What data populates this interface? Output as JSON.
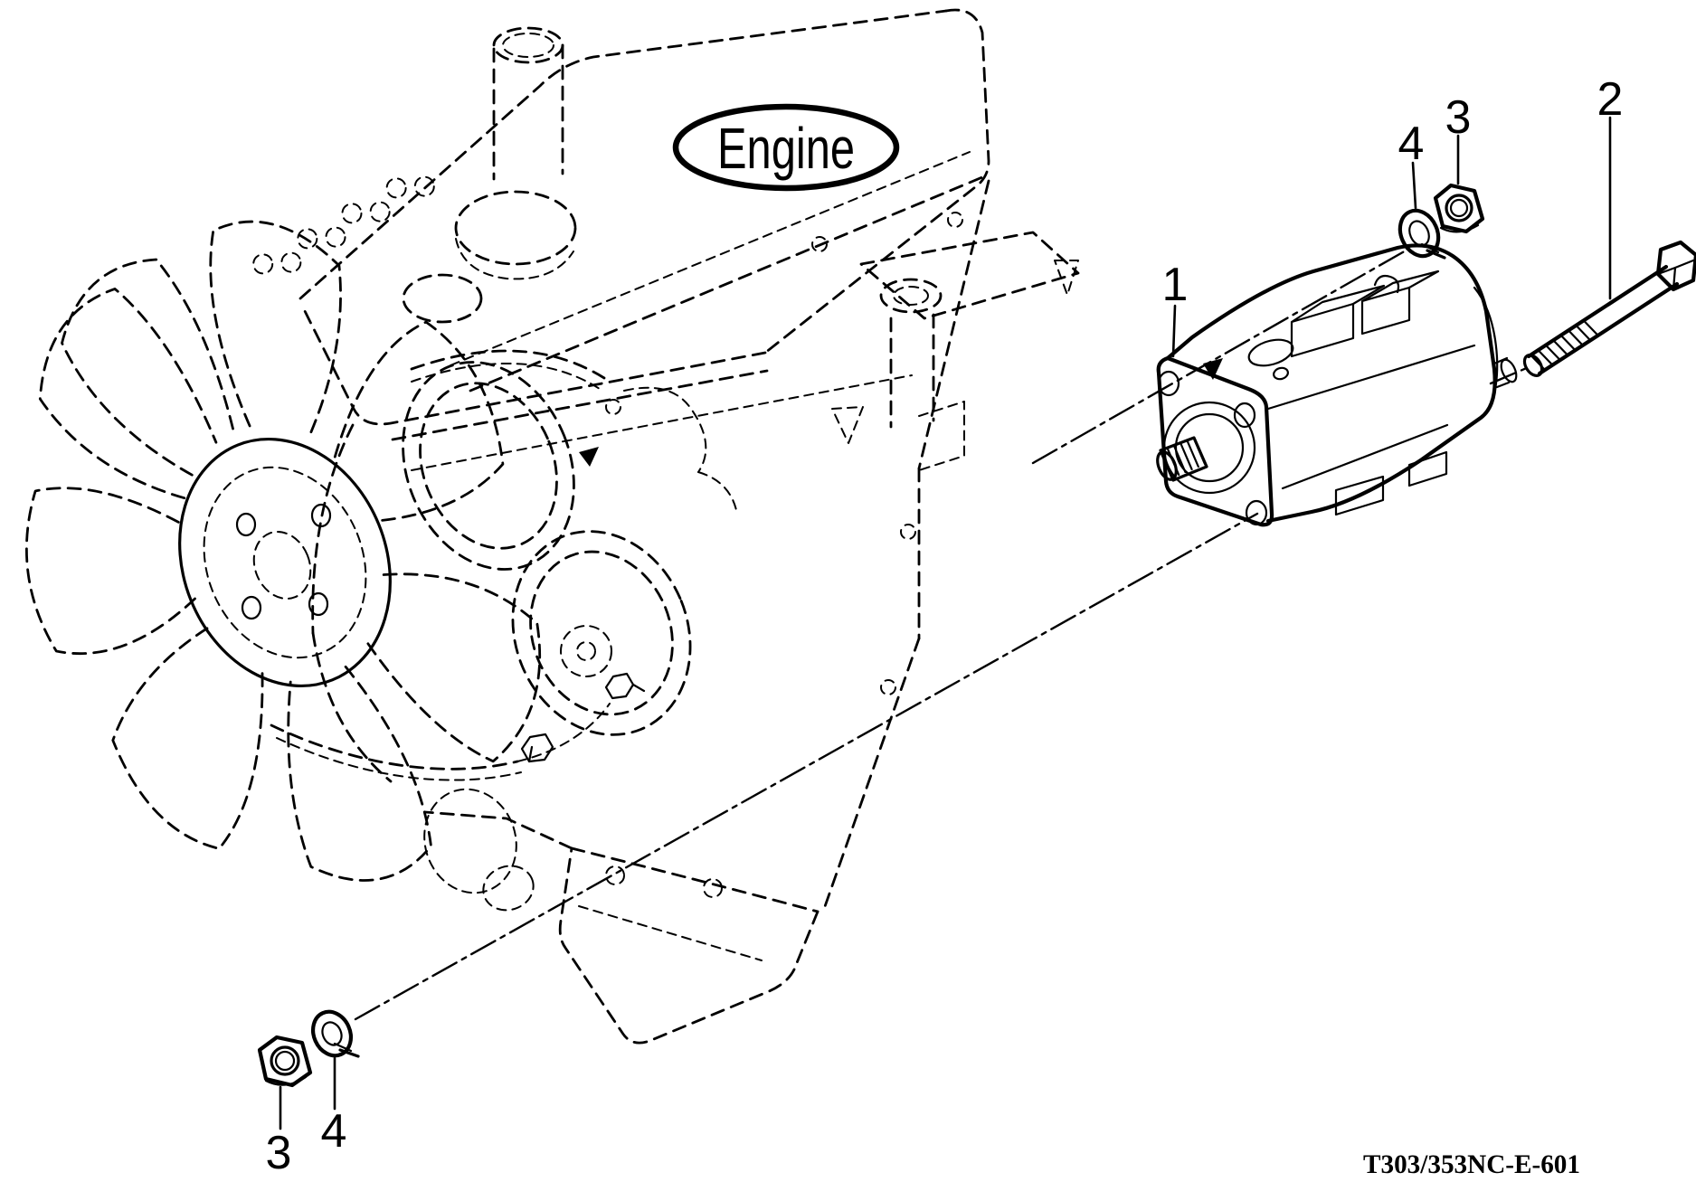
{
  "figure": {
    "engine_label": "Engine",
    "drawing_code": "T303/353NC-E-601",
    "callouts": {
      "pump": "1",
      "bolt": "2",
      "nut_top": "3",
      "washer_top": "4",
      "nut_bottom": "3",
      "washer_bottom": "4"
    },
    "colors": {
      "line": "#000000",
      "background": "#ffffff"
    }
  }
}
